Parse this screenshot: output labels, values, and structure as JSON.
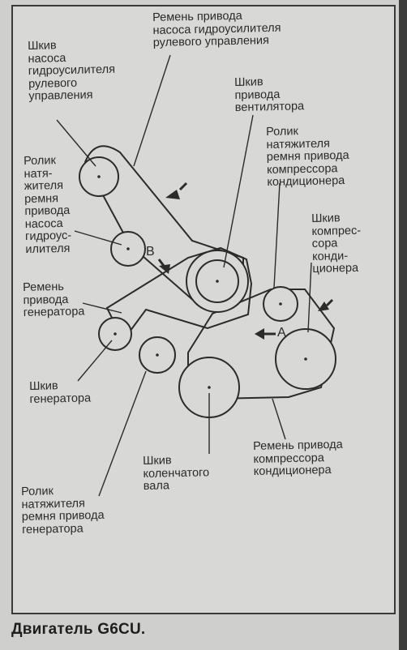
{
  "labels": {
    "belt_steering_pump": "Ремень привода\nнасоса гидроусилителя\nрулевого управления",
    "pulley_steering_pump": "Шкив\nнасоса\nгидроусилителя\nрулевого\nуправления",
    "pulley_fan": "Шкив\nпривода\nвентилятора",
    "roller_tensioner_ac": "Ролик\nнатяжителя\nремня привода\nкомпрессора\nкондиционера",
    "roller_tensioner_steering": "Ролик\nнатя-\nжителя\nремня\nпривода\nнасоса\nгидроус-\nилителя",
    "pulley_ac_compressor": "Шкив\nкомпрес-\nсора\nконди-\nционера",
    "belt_alternator": "Ремень\nпривода\nгенератора",
    "pulley_alternator": "Шкив\nгенератора",
    "pulley_crankshaft": "Шкив\nколенчатого\nвала",
    "belt_ac_compressor": "Ремень привода\nкомпрессора\nкондиционера",
    "roller_tensioner_alternator": "Ролик\nнатяжителя\nремня привода\nгенератора"
  },
  "marks": {
    "a": "A",
    "b": "B"
  },
  "caption": "Двигатель G6CU."
}
